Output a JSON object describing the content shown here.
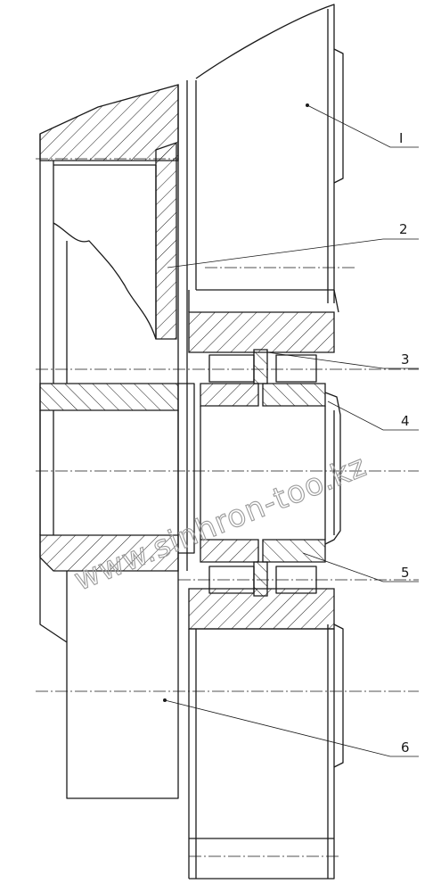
{
  "callouts": [
    {
      "id": "1",
      "label": "I"
    },
    {
      "id": "2",
      "label": "2"
    },
    {
      "id": "3",
      "label": "3"
    },
    {
      "id": "4",
      "label": "4"
    },
    {
      "id": "5",
      "label": "5"
    },
    {
      "id": "6",
      "label": "6"
    }
  ],
  "watermark": "www.sinhron-too.kz",
  "colors": {
    "line": "#1a1a1a",
    "watermark": "#9a9a9a"
  }
}
